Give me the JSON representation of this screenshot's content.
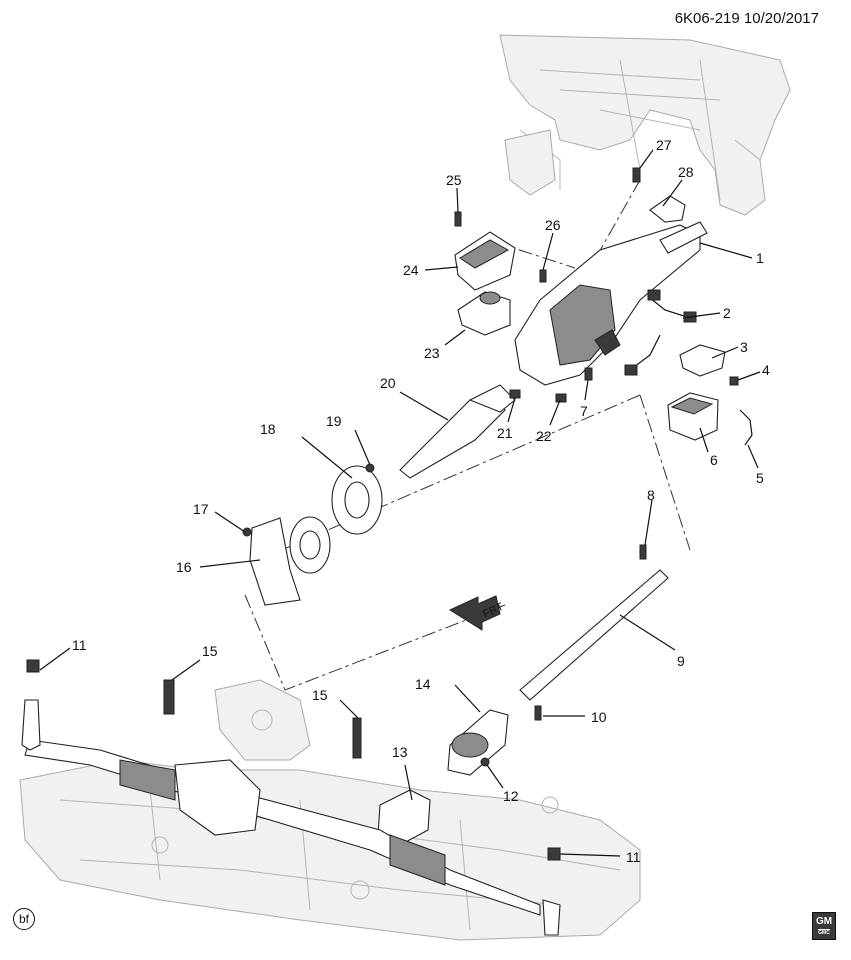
{
  "header": {
    "code": "6K06-219",
    "date": "10/20/2017"
  },
  "badge": "bf",
  "logo": {
    "text": "GM",
    "sub": "GMC"
  },
  "direction_label": "FRT",
  "callouts": [
    {
      "id": "c1",
      "label": "1"
    },
    {
      "id": "c2",
      "label": "2"
    },
    {
      "id": "c3",
      "label": "3"
    },
    {
      "id": "c4",
      "label": "4"
    },
    {
      "id": "c5",
      "label": "5"
    },
    {
      "id": "c6",
      "label": "6"
    },
    {
      "id": "c7",
      "label": "7"
    },
    {
      "id": "c8",
      "label": "8"
    },
    {
      "id": "c9",
      "label": "9"
    },
    {
      "id": "c10",
      "label": "10"
    },
    {
      "id": "c11a",
      "label": "11"
    },
    {
      "id": "c11b",
      "label": "11"
    },
    {
      "id": "c12",
      "label": "12"
    },
    {
      "id": "c13",
      "label": "13"
    },
    {
      "id": "c14",
      "label": "14"
    },
    {
      "id": "c15a",
      "label": "15"
    },
    {
      "id": "c15b",
      "label": "15"
    },
    {
      "id": "c16",
      "label": "16"
    },
    {
      "id": "c17",
      "label": "17"
    },
    {
      "id": "c18",
      "label": "18"
    },
    {
      "id": "c19",
      "label": "19"
    },
    {
      "id": "c20",
      "label": "20"
    },
    {
      "id": "c21",
      "label": "21"
    },
    {
      "id": "c22",
      "label": "22"
    },
    {
      "id": "c23",
      "label": "23"
    },
    {
      "id": "c24",
      "label": "24"
    },
    {
      "id": "c25",
      "label": "25"
    },
    {
      "id": "c26",
      "label": "26"
    },
    {
      "id": "c27",
      "label": "27"
    },
    {
      "id": "c28",
      "label": "28"
    }
  ]
}
